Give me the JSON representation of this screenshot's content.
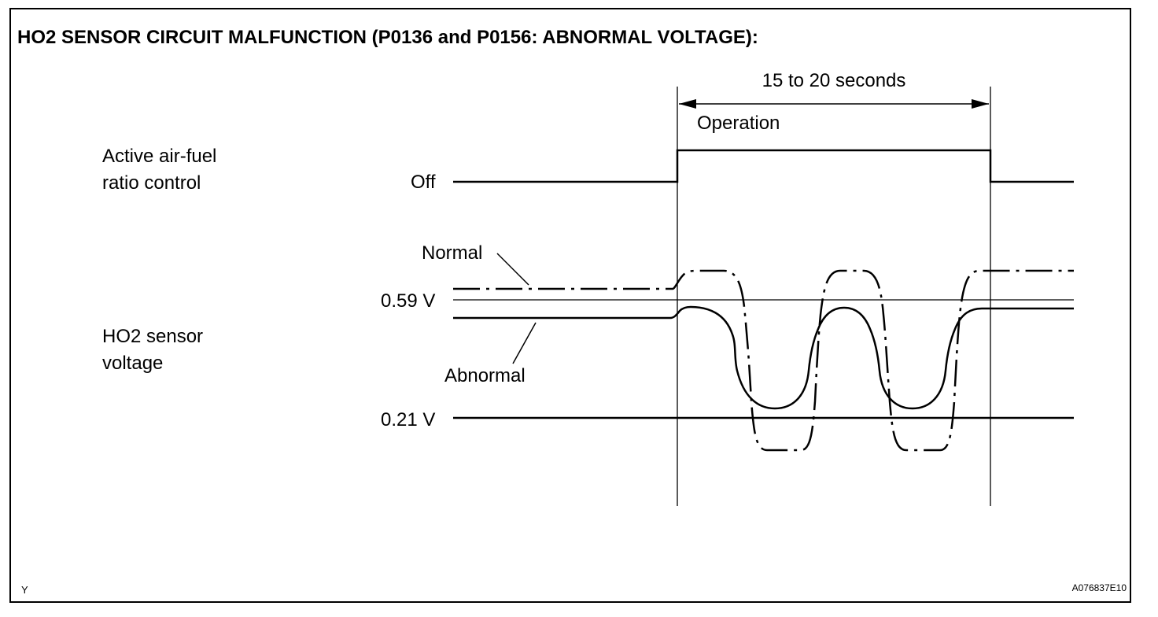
{
  "title": "HO2 SENSOR CIRCUIT MALFUNCTION (P0136 and P0156: ABNORMAL VOLTAGE):",
  "duration_label": "15 to 20 seconds",
  "operation_label": "Operation",
  "active_control": {
    "label_line1": "Active air-fuel",
    "label_line2": "ratio control",
    "state_label": "Off"
  },
  "sensor": {
    "label_line1": "HO2 sensor",
    "label_line2": "voltage",
    "normal_label": "Normal",
    "abnormal_label": "Abnormal",
    "threshold_high": "0.59 V",
    "threshold_low": "0.21 V"
  },
  "corner_left": "Y",
  "figure_code": "A076837E10",
  "colors": {
    "line": "#000000",
    "background": "#ffffff"
  }
}
